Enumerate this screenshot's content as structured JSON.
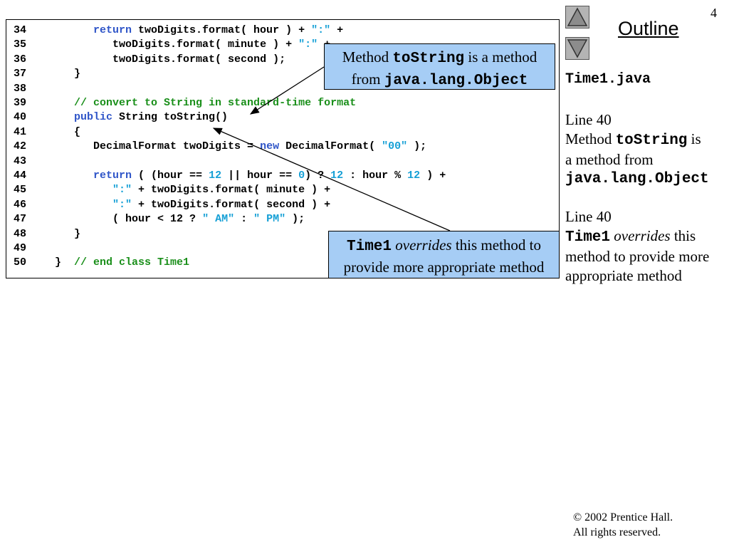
{
  "page_number": "4",
  "nav": {
    "up_icon": "triangle-up-icon",
    "down_icon": "triangle-down-icon"
  },
  "outline_title": "Outline",
  "code": {
    "lines": [
      {
        "num": "34",
        "indent": "        ",
        "parts": [
          {
            "t": "return",
            "c": "kw"
          },
          {
            "t": " twoDigits.format( hour ) + ",
            "c": ""
          },
          {
            "t": "\":\"",
            "c": "st"
          },
          {
            "t": " +",
            "c": ""
          }
        ]
      },
      {
        "num": "35",
        "indent": "           ",
        "parts": [
          {
            "t": "twoDigits.format( minute ) + ",
            "c": ""
          },
          {
            "t": "\":\"",
            "c": "st"
          },
          {
            "t": " +",
            "c": ""
          }
        ]
      },
      {
        "num": "36",
        "indent": "           ",
        "parts": [
          {
            "t": "twoDigits.format( second );",
            "c": ""
          }
        ]
      },
      {
        "num": "37",
        "indent": "     ",
        "parts": [
          {
            "t": "}",
            "c": ""
          }
        ]
      },
      {
        "num": "38",
        "indent": "",
        "parts": []
      },
      {
        "num": "39",
        "indent": "     ",
        "parts": [
          {
            "t": "// convert to String in standard-time format",
            "c": "cm"
          }
        ]
      },
      {
        "num": "40",
        "indent": "     ",
        "parts": [
          {
            "t": "public",
            "c": "kw"
          },
          {
            "t": " String toString()",
            "c": ""
          }
        ]
      },
      {
        "num": "41",
        "indent": "     ",
        "parts": [
          {
            "t": "{",
            "c": ""
          }
        ]
      },
      {
        "num": "42",
        "indent": "        ",
        "parts": [
          {
            "t": "DecimalFormat twoDigits = ",
            "c": ""
          },
          {
            "t": "new",
            "c": "kw"
          },
          {
            "t": " DecimalFormat( ",
            "c": ""
          },
          {
            "t": "\"00\"",
            "c": "st"
          },
          {
            "t": " );",
            "c": ""
          }
        ]
      },
      {
        "num": "43",
        "indent": "",
        "parts": []
      },
      {
        "num": "44",
        "indent": "        ",
        "parts": [
          {
            "t": "return",
            "c": "kw"
          },
          {
            "t": " ( (hour == ",
            "c": ""
          },
          {
            "t": "12",
            "c": "nm"
          },
          {
            "t": " || hour == ",
            "c": ""
          },
          {
            "t": "0",
            "c": "nm"
          },
          {
            "t": ") ? ",
            "c": ""
          },
          {
            "t": "12",
            "c": "nm"
          },
          {
            "t": " : hour % ",
            "c": ""
          },
          {
            "t": "12",
            "c": "nm"
          },
          {
            "t": " ) +",
            "c": ""
          }
        ]
      },
      {
        "num": "45",
        "indent": "           ",
        "parts": [
          {
            "t": "\":\"",
            "c": "st"
          },
          {
            "t": " + twoDigits.format( minute ) +",
            "c": ""
          }
        ]
      },
      {
        "num": "46",
        "indent": "           ",
        "parts": [
          {
            "t": "\":\"",
            "c": "st"
          },
          {
            "t": " + twoDigits.format( second ) +",
            "c": ""
          }
        ]
      },
      {
        "num": "47",
        "indent": "           ",
        "parts": [
          {
            "t": "( hour < 12 ? ",
            "c": ""
          },
          {
            "t": "\" AM\"",
            "c": "st"
          },
          {
            "t": " : ",
            "c": ""
          },
          {
            "t": "\" PM\"",
            "c": "st"
          },
          {
            "t": " );",
            "c": ""
          }
        ]
      },
      {
        "num": "48",
        "indent": "     ",
        "parts": [
          {
            "t": "}",
            "c": ""
          }
        ]
      },
      {
        "num": "49",
        "indent": "",
        "parts": []
      },
      {
        "num": "50",
        "indent": "  ",
        "parts": [
          {
            "t": "}  ",
            "c": ""
          },
          {
            "t": "// end class Time1",
            "c": "cm"
          }
        ]
      }
    ]
  },
  "callouts": {
    "first": {
      "pre": "Method ",
      "mono1": "toString",
      "mid": " is a method",
      "line2_pre": "from ",
      "mono2": "java.lang.Object"
    },
    "second": {
      "mono1": "Time1",
      "italic": " overrides",
      "mid": " this method to",
      "line2": "provide more appropriate method"
    }
  },
  "sidebar": {
    "file": "Time1.java",
    "block1": {
      "line": "Line 40",
      "pre": "Method ",
      "mono1": "toString",
      "post1": " is",
      "line3": "a method from",
      "mono2": "java.lang.Object"
    },
    "block2": {
      "line": "Line 40",
      "mono1": "Time1",
      "italic": " overrides",
      "post1": " this",
      "line3": "method to provide more",
      "line4": "appropriate method"
    }
  },
  "copyright": {
    "line1": "© 2002 Prentice Hall.",
    "line2": "All rights reserved."
  },
  "colors": {
    "keyword": "#2f55c8",
    "comment": "#1a8f1a",
    "string": "#16a0d6",
    "callout_bg": "#a6cdf5",
    "nav_bg": "#b4b4b4"
  }
}
